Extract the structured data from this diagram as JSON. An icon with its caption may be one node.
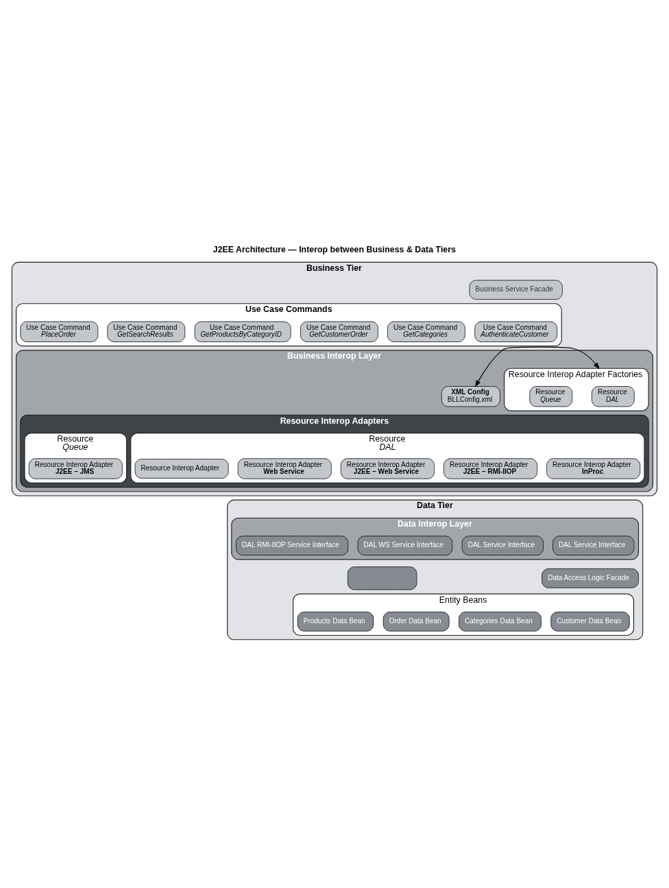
{
  "diagram": {
    "title": "J2EE Architecture — Interop between Business & Data Tiers",
    "nodes": [
      {
        "text": [
          "Business Tier"
        ]
      },
      {
        "text": [
          "Business Service Facade"
        ],
        "in": 0
      },
      {
        "text": [
          "Use Case Commands"
        ],
        "in": 0
      },
      {
        "text": [
          "Use Case Command",
          "AuthenticateCustomer"
        ],
        "in": 2
      },
      {
        "text": [
          "Use Case Command",
          "GetCategories"
        ],
        "in": 2
      },
      {
        "text": [
          "Use Case Command",
          "GetCustomerOrder"
        ],
        "in": 2
      },
      {
        "text": [
          "Use Case Command",
          "GetProductsByCategoryID"
        ],
        "in": 2
      },
      {
        "text": [
          "Use Case Command",
          "GetSearchResults"
        ],
        "in": 2
      },
      {
        "text": [
          "Use Case Command",
          "PlaceOrder"
        ],
        "in": 2
      },
      {
        "text": [
          "Business Interop Layer"
        ],
        "in": 0
      },
      {
        "text": [
          "XML Config",
          "BLLConfig.xml"
        ],
        "in": 9
      },
      {
        "text": [
          "Resource Interop Adapter Factories"
        ],
        "in": 9
      },
      {
        "text": [
          "Resource",
          "DAL"
        ],
        "in": 11
      },
      {
        "text": [
          "Resource",
          "Queue"
        ],
        "in": 11
      },
      {
        "text": [
          "Resource Interop Adapters"
        ],
        "in": 9
      },
      {
        "text": [
          "Resource",
          "DAL"
        ],
        "in": 14
      },
      {
        "text": [
          "Resource Interop Adapter",
          "InProc"
        ],
        "in": 15
      },
      {
        "text": [
          "Resource Interop Adapter",
          "J2EE – RMI-IIOP"
        ],
        "in": 15
      },
      {
        "text": [
          "Resource Interop Adapter",
          "J2EE – Web Service"
        ],
        "in": 15
      },
      {
        "text": [
          "Resource Interop Adapter",
          "Web Service"
        ],
        "in": 15
      },
      {
        "text": [
          "Resource Interop Adapter"
        ],
        "in": 15
      },
      {
        "text": [
          "Resource",
          "Queue"
        ],
        "in": 14
      },
      {
        "text": [
          "Resource Interop Adapter",
          "J2EE – JMS"
        ],
        "in": 21
      },
      {
        "text": [
          "Data Tier"
        ]
      },
      {
        "text": [
          "Data Interop Layer"
        ],
        "in": 23
      },
      {
        "text": [
          "DAL Service Interface"
        ],
        "in": 24
      },
      {
        "text": [
          "DAL Service Interface"
        ],
        "in": 24
      },
      {
        "text": [
          "DAL WS Service Interface"
        ],
        "in": 24
      },
      {
        "text": [
          "DAL RMI-IIOP Service Interface"
        ],
        "in": 24
      },
      {
        "text": [
          "Data Access Logic Facade"
        ],
        "in": 23
      },
      {
        "text": [],
        "shape": "box",
        "in": 23
      },
      {
        "text": [
          "Entity Beans"
        ],
        "in": 23
      },
      {
        "text": [
          "Customer Data Bean"
        ],
        "in": 31
      },
      {
        "text": [
          "Categories Data Bean"
        ],
        "in": 31
      },
      {
        "text": [
          "Order Data Bean"
        ],
        "in": 31
      },
      {
        "text": [
          "Products Data Bean"
        ],
        "in": 31
      }
    ],
    "edges": [
      {
        "from": 10,
        "to": 11,
        "arrow": "both"
      }
    ]
  }
}
